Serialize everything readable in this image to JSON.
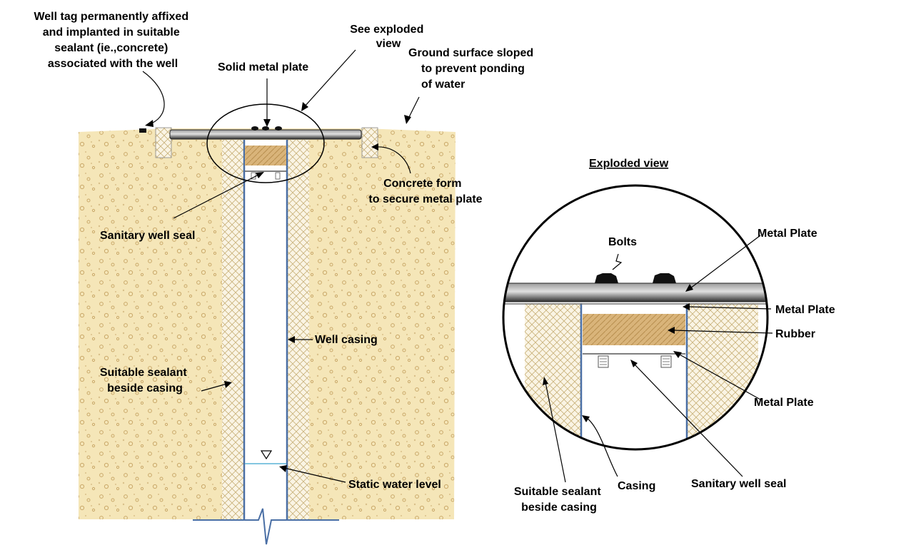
{
  "labels": {
    "well_tag": [
      "Well tag permanently affixed",
      "and implanted in suitable",
      "sealant (ie.,concrete)",
      "associated with the well"
    ],
    "see_exploded": [
      "See exploded",
      "view"
    ],
    "ground_surface": [
      "Ground surface sloped",
      "to prevent ponding",
      "of water"
    ],
    "solid_metal_plate": "Solid metal plate",
    "concrete_form": [
      "Concrete form",
      "to secure metal plate"
    ],
    "sanitary_seal_main": "Sanitary well seal",
    "well_casing": "Well casing",
    "sealant_main": [
      "Suitable sealant",
      "beside casing"
    ],
    "static_water": "Static water level"
  },
  "exploded": {
    "title": "Exploded view",
    "bolts": "Bolts",
    "metal_plate_top": "Metal Plate",
    "metal_plate_mid": "Metal Plate",
    "rubber": "Rubber",
    "metal_plate_low": "Metal Plate",
    "sealant": [
      "Suitable sealant",
      "beside casing"
    ],
    "casing": "Casing",
    "sanitary_seal": "Sanitary well seal"
  },
  "colors": {
    "soil": "#f5e6b8",
    "soil_dots": "#d4b77a",
    "sealant_hatch": "#c9b27a",
    "rubber": "#d9b47a",
    "casing": "#4a6fa5",
    "water": "#5ab4d6",
    "plate": "#333333"
  }
}
